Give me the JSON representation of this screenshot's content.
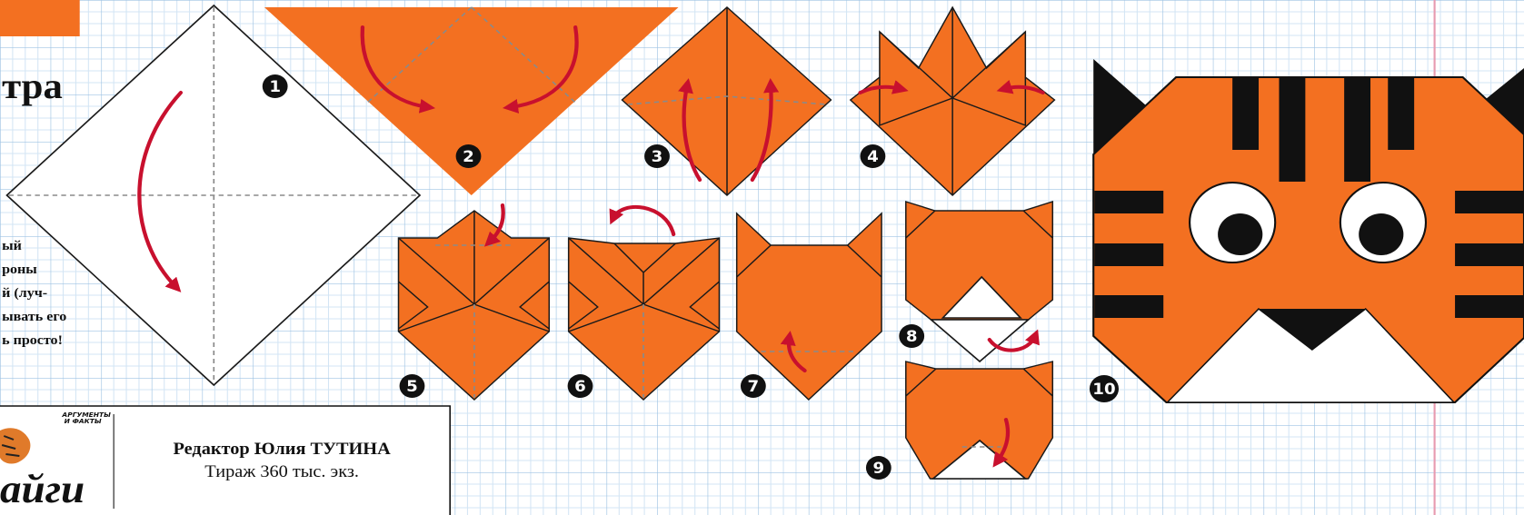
{
  "title_fragment": "тра",
  "intro_lines": [
    "ый",
    "роны",
    "й (луч-",
    "ывать его",
    "ь просто!"
  ],
  "steps": [
    "1",
    "2",
    "3",
    "4",
    "5",
    "6",
    "7",
    "8",
    "9",
    "10"
  ],
  "credits": {
    "editor": "Редактор Юлия ТУТИНА",
    "circulation": "Тираж 360 тыс. экз."
  },
  "logo": {
    "wordmark": "айги",
    "publisher_line1": "АРГУМЕНТЫ",
    "publisher_line2": "И ФАКТЫ"
  },
  "colors": {
    "paper_orange": "#f37021",
    "arrow_red": "#c8102e",
    "ink": "#111111",
    "grid_blue": "#bcd7ee",
    "margin_pink": "#e79bb0"
  },
  "icons": [
    "fold-arrow-icon",
    "step-number-badge",
    "tiger-logo-icon"
  ]
}
